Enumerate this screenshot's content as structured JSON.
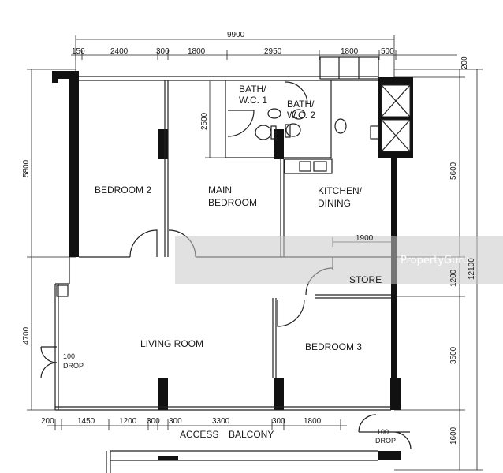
{
  "rooms": {
    "bedroom2": "BEDROOM 2",
    "main_bedroom_1": "MAIN",
    "main_bedroom_2": "BEDROOM",
    "bath1_1": "BATH/",
    "bath1_2": "W.C. 1",
    "bath2_1": "BATH/",
    "bath2_2": "W.C. 2",
    "kitchen_1": "KITCHEN/",
    "kitchen_2": "DINING",
    "store": "STORE",
    "living": "LIVING ROOM",
    "bedroom3": "BEDROOM 3",
    "access_balcony_1": "ACCESS",
    "access_balcony_2": "BALCONY"
  },
  "drops": {
    "left_1": "100",
    "left_2": "DROP",
    "right_1": "100",
    "right_2": "DROP"
  },
  "dimensions": {
    "top_total": "9900",
    "top": [
      "150",
      "2400",
      "300",
      "1800",
      "2950",
      "1800",
      "500"
    ],
    "top_right_small": "200",
    "bath_height": "2500",
    "kitchen_width": "1900",
    "bottom": [
      "200",
      "1450",
      "1200",
      "300",
      "300",
      "3300",
      "300",
      "1800"
    ],
    "left": [
      "5800",
      "4700"
    ],
    "right": [
      "5600",
      "1200",
      "3500",
      "1600"
    ],
    "right_total": "12100"
  },
  "watermark": "PropertyGuru",
  "colors": {
    "wall": "#111111",
    "watermark_band": "#c8c8c8"
  }
}
